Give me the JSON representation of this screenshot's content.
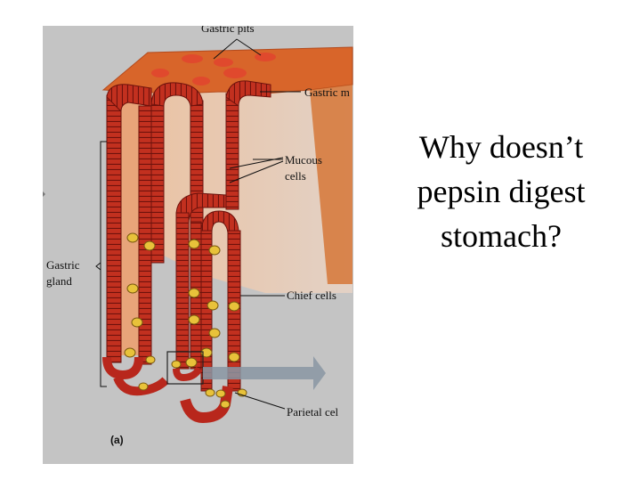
{
  "figure": {
    "labels": {
      "gastric_pits": "Gastric pits",
      "gastric_mucosa_partial": "Gastric m",
      "mucous_cells_line1": "Mucous",
      "mucous_cells_line2": "cells",
      "gastric_gland_line1": "Gastric",
      "gastric_gland_line2": "gland",
      "chief_cells": "Chief cells",
      "parietal_cells_partial": "Parietal cel",
      "panel": "(a)"
    },
    "colors": {
      "background": "#c4c4c4",
      "tissue": "#d9682e",
      "cell_wall": "#b3261e",
      "cell_dark": "#7a1410",
      "chief_cell": "#e8c23a",
      "gland_interior": "#e8b48e"
    }
  },
  "question": {
    "line1": "Why doesn’t",
    "line2": "pepsin digest",
    "line3": "stomach?"
  }
}
